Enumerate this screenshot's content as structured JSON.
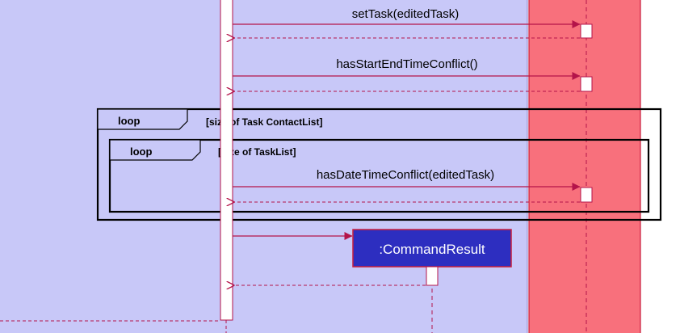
{
  "messages": [
    {
      "label": "setTask(editedTask)"
    },
    {
      "label": "hasStartEndTimeConflict()"
    },
    {
      "label": "hasDateTimeConflict(editedTask)"
    }
  ],
  "participants": [
    {
      "label": ":CommandResult"
    }
  ],
  "fragments": [
    {
      "kind": "loop",
      "guard": "[size of Task ContactList]"
    },
    {
      "kind": "loop",
      "guard": "[size of TaskList]"
    }
  ],
  "colors": {
    "left_group_fill": "#c8c8f8",
    "right_group_fill": "#f8707c",
    "right_group_border": "#c81e3c",
    "arrow_color": "#b4144a",
    "participant_fill": "#2d2ec0",
    "participant_border": "#c81e3c",
    "activation_border": "#b4144a",
    "frame_border": "#000000"
  }
}
